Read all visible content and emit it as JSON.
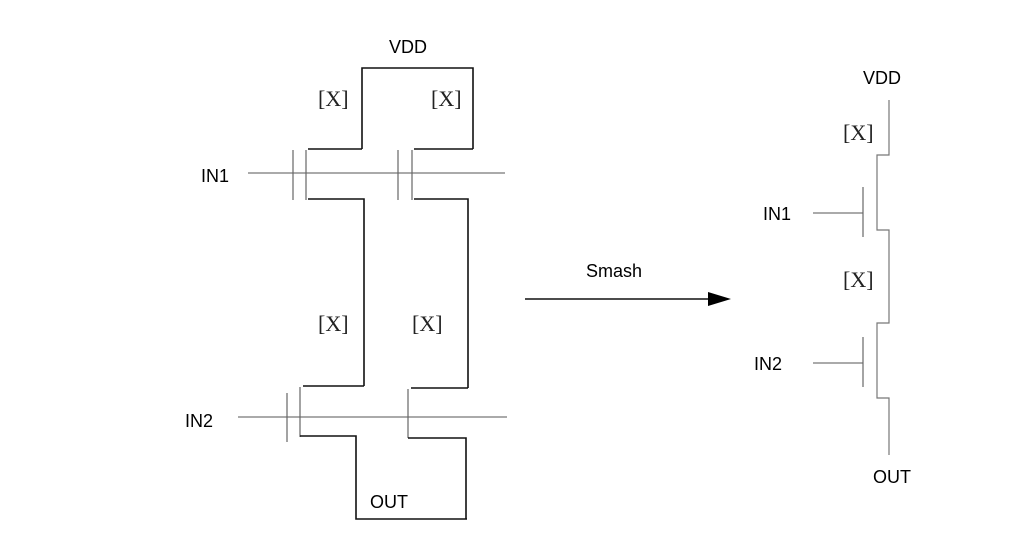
{
  "diagram": {
    "left_circuit": {
      "supply_label": "VDD",
      "output_label": "OUT",
      "inputs": [
        "IN1",
        "IN2"
      ],
      "size_labels": {
        "top_left": "[X]",
        "top_right": "[X]",
        "mid_left": "[X]",
        "mid_right": "[X]"
      }
    },
    "arrow": {
      "label": "Smash"
    },
    "right_circuit": {
      "supply_label": "VDD",
      "output_label": "OUT",
      "inputs": [
        "IN1",
        "IN2"
      ],
      "size_labels": {
        "top": "[X]",
        "mid": "[X]"
      }
    }
  }
}
